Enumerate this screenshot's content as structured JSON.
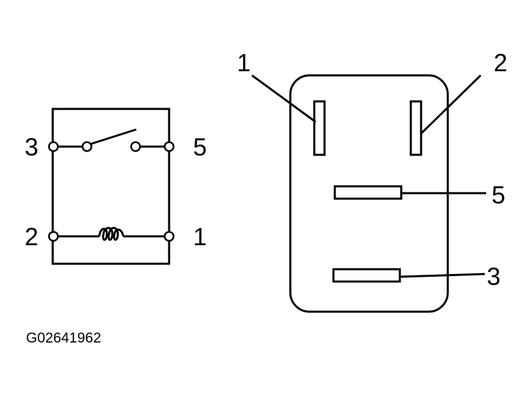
{
  "schematic": {
    "terminals": {
      "t3": "3",
      "t5": "5",
      "t2": "2",
      "t1": "1"
    }
  },
  "connector": {
    "pins": {
      "p1": "1",
      "p2": "2",
      "p5": "5",
      "p3": "3"
    }
  },
  "figure_id": "G02641962"
}
